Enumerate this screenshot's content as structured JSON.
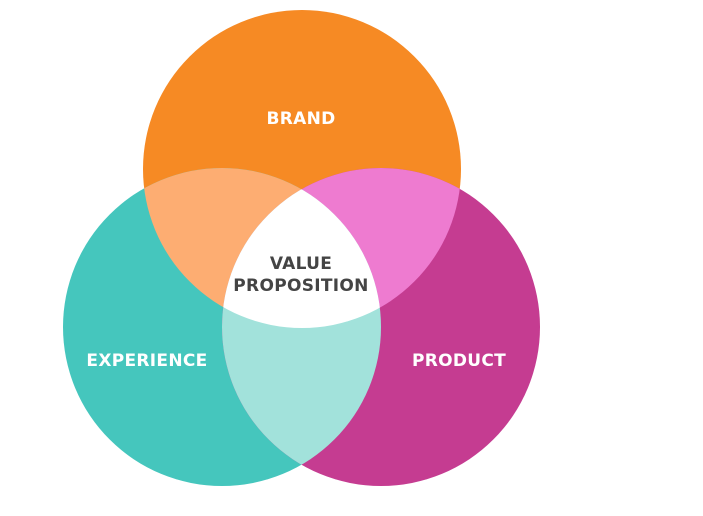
{
  "diagram": {
    "labels": {
      "brand": "BRAND",
      "experience": "EXPERIENCE",
      "product": "PRODUCT",
      "center_line1": "VALUE",
      "center_line2": "PROPOSITION"
    },
    "colors": {
      "background": "#ffffff",
      "brand": "#f68a24",
      "experience": "#45c6bd",
      "product": "#c53c91",
      "brand_experience_overlap": "#fdad72",
      "brand_product_overlap": "#ee7bd0",
      "experience_product_overlap": "#a2e2db",
      "center": "#ffffff",
      "outer_label_text": "#ffffff",
      "center_label_text": "#444444"
    }
  }
}
